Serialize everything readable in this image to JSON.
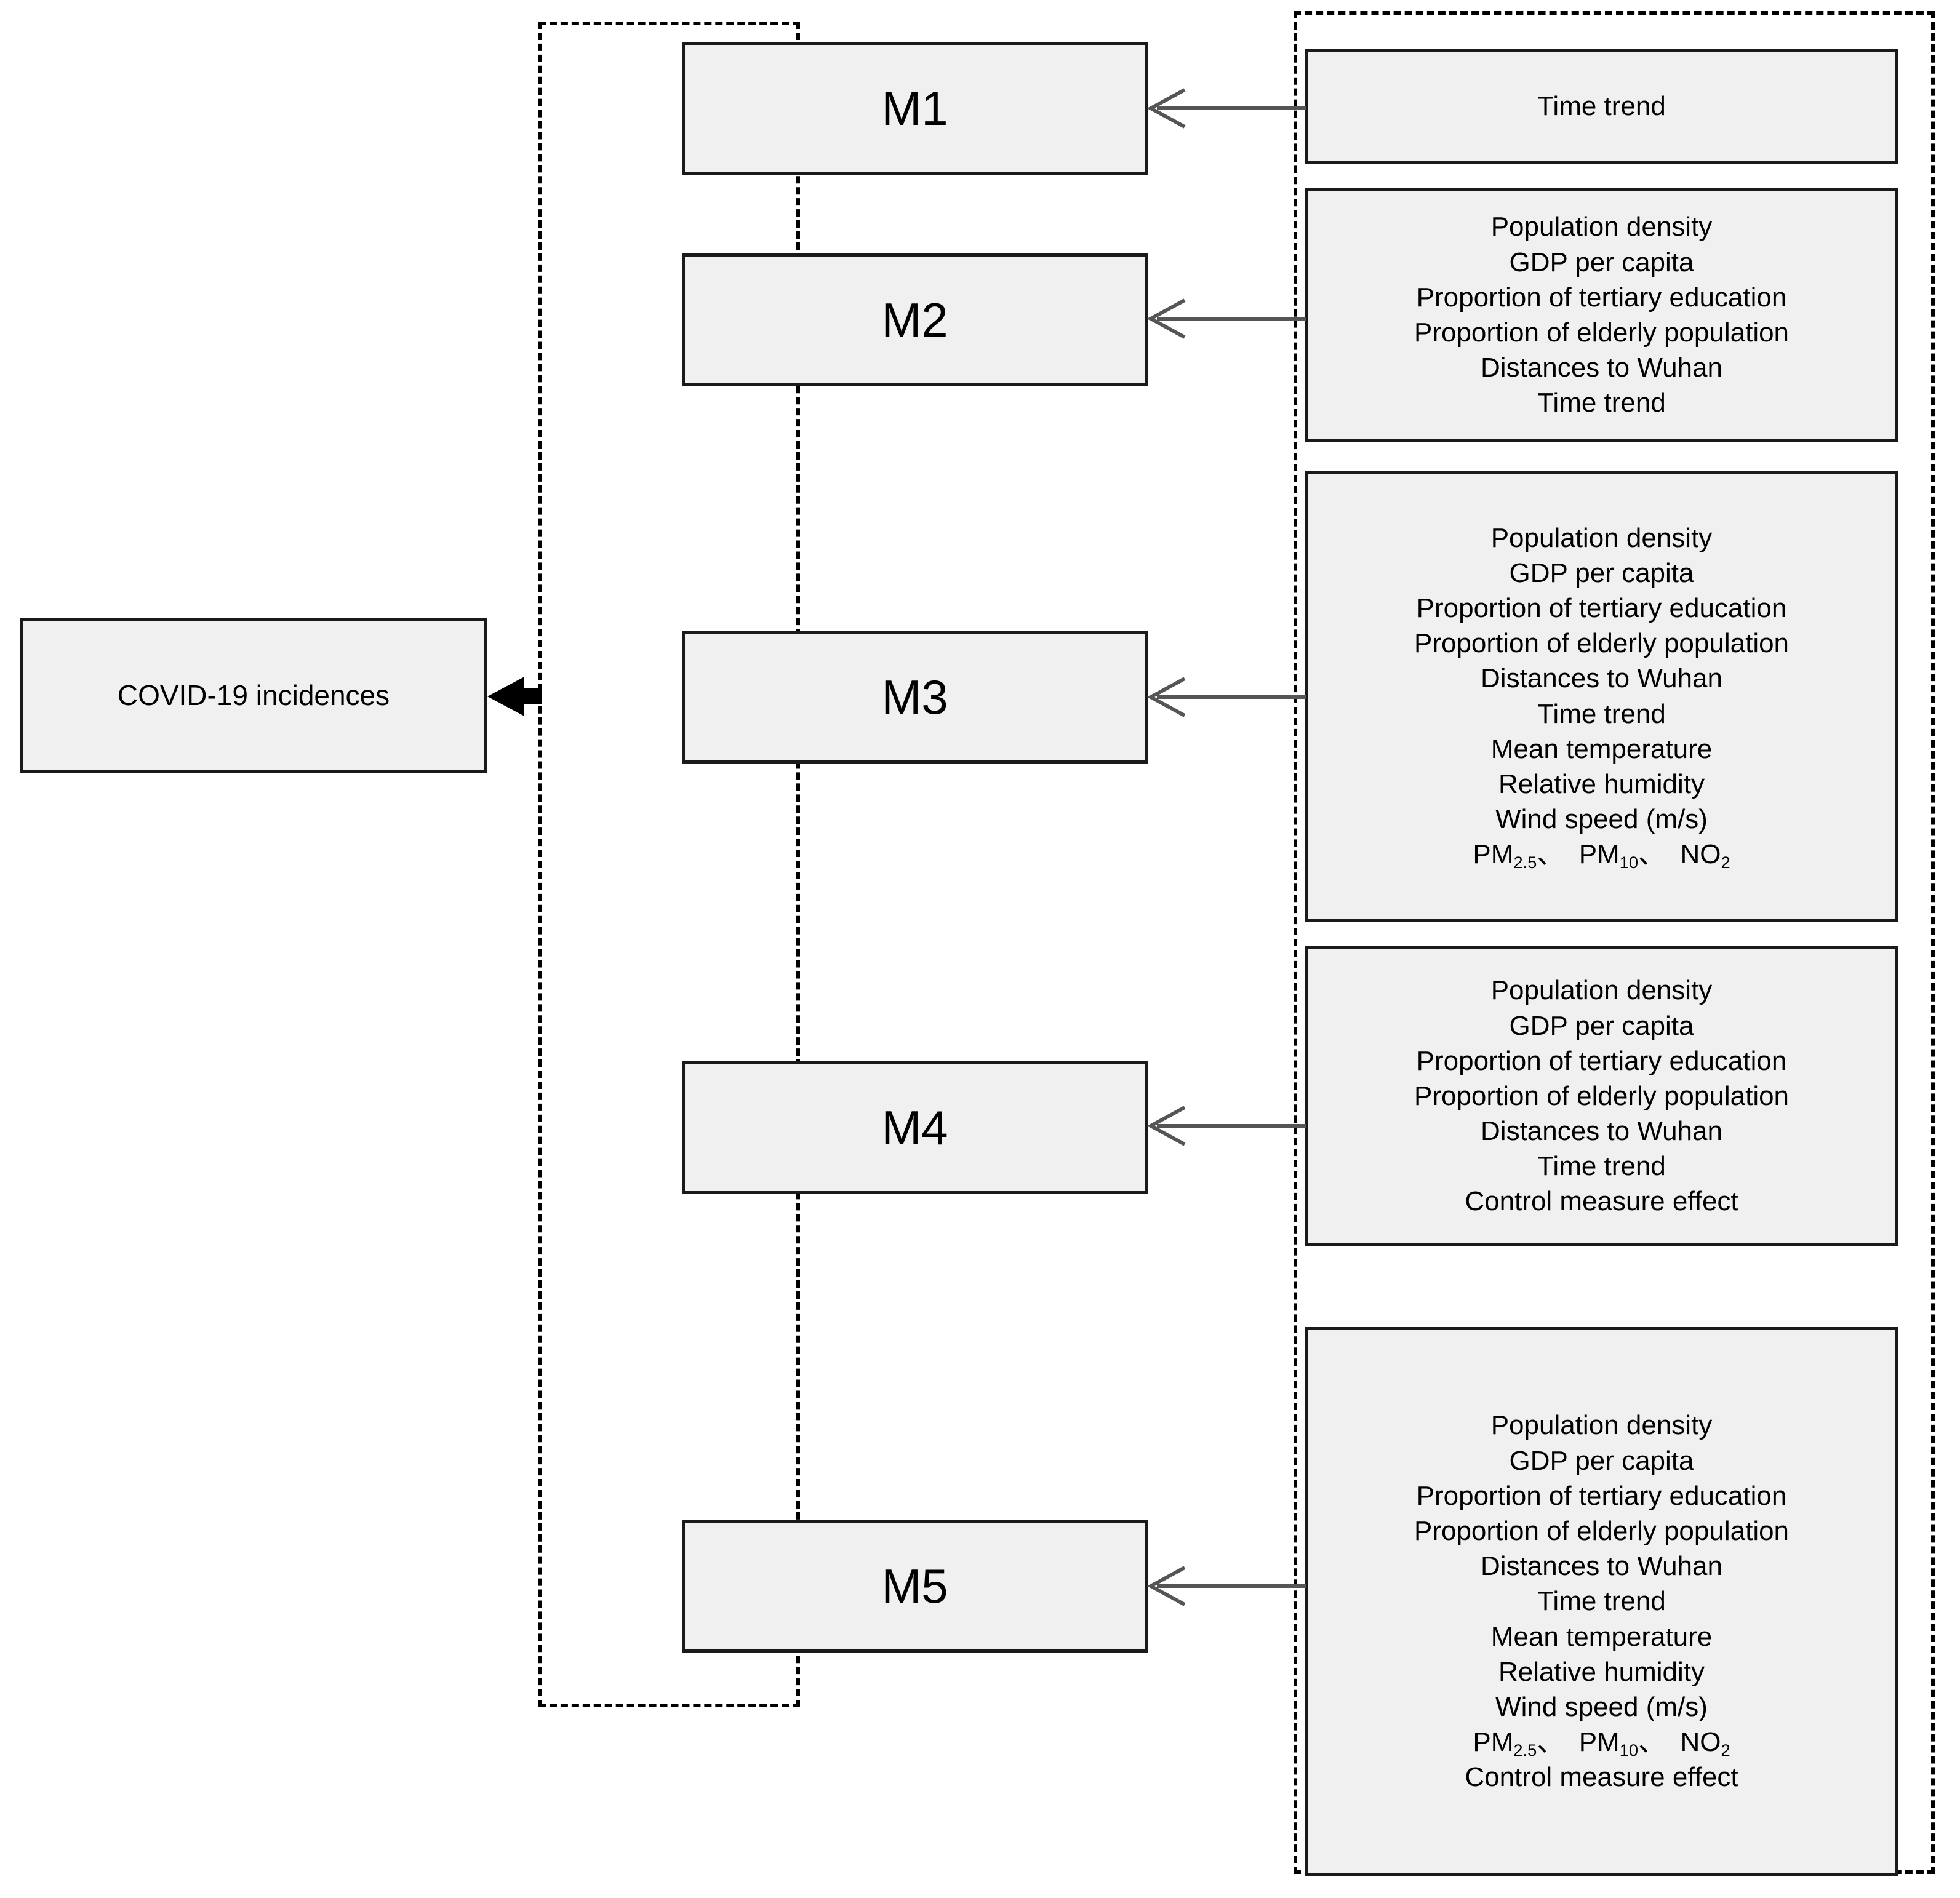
{
  "diagram": {
    "outcome": {
      "label": "COVID-19 incidences"
    },
    "groups": {
      "models_group_label": "",
      "covariates_group_label": ""
    },
    "models": [
      {
        "id": "m1",
        "label": "M1"
      },
      {
        "id": "m2",
        "label": "M2"
      },
      {
        "id": "m3",
        "label": "M3"
      },
      {
        "id": "m4",
        "label": "M4"
      },
      {
        "id": "m5",
        "label": "M5"
      }
    ],
    "covariate_sets": [
      {
        "model": "M1",
        "items": [
          "Time trend"
        ]
      },
      {
        "model": "M2",
        "items": [
          "Population density",
          "GDP per capita",
          "Proportion of tertiary education",
          "Proportion of elderly population",
          "Distances to Wuhan",
          "Time trend"
        ]
      },
      {
        "model": "M3",
        "items": [
          "Population density",
          "GDP per capita",
          "Proportion of tertiary education",
          "Proportion of elderly population",
          "Distances to Wuhan",
          "Time trend",
          "Mean temperature",
          "Relative humidity",
          "Wind speed (m/s)",
          "PM2.5、 PM10、 NO2"
        ]
      },
      {
        "model": "M4",
        "items": [
          "Population density",
          "GDP per capita",
          "Proportion of tertiary education",
          "Proportion of elderly population",
          "Distances to Wuhan",
          "Time trend",
          "Control measure effect"
        ]
      },
      {
        "model": "M5",
        "items": [
          "Population density",
          "GDP per capita",
          "Proportion of tertiary education",
          "Proportion of elderly population",
          "Distances to Wuhan",
          "Time trend",
          "Mean temperature",
          "Relative humidity",
          "Wind speed (m/s)",
          "PM2.5、 PM10、 NO2",
          "Control measure effect"
        ]
      }
    ],
    "pollutant_line": {
      "pm25_base": "PM",
      "pm25_sub": "2.5",
      "sep1": "、",
      "pm10_base": "PM",
      "pm10_sub": "10",
      "sep2": "、",
      "no2_base": "NO",
      "no2_sub": "2"
    },
    "colors": {
      "box_fill": "#f0f0f0",
      "box_border": "#1a1a1a",
      "dashed_border": "#000000",
      "arrow_thin": "#555555",
      "arrow_thick": "#000000",
      "background": "#ffffff",
      "text": "#000000"
    }
  }
}
